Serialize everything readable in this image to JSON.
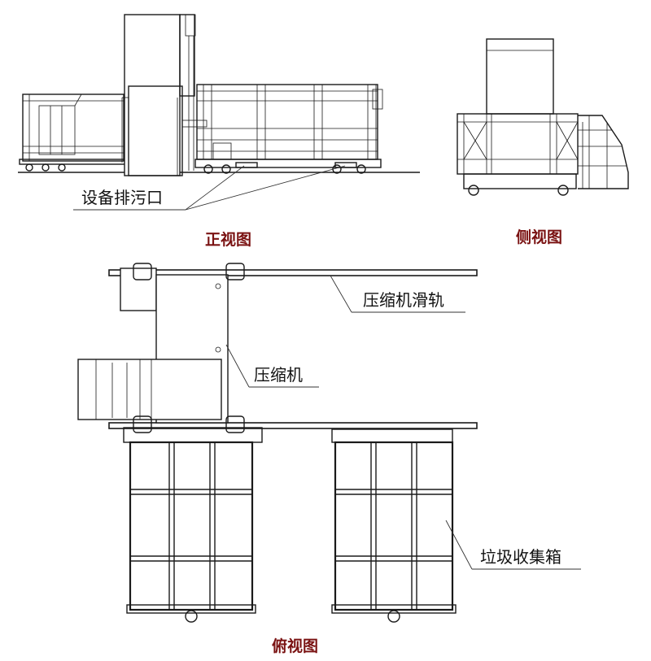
{
  "front_view": {
    "title": "正视图",
    "callout_outlet": "设备排污口"
  },
  "side_view": {
    "title": "侧视图"
  },
  "top_view": {
    "title": "俯视图",
    "callout_rail": "压缩机滑轨",
    "callout_compressor": "压缩机",
    "callout_bin": "垃圾收集箱"
  },
  "colors": {
    "title_color": "#7a1212",
    "line_color": "#1a1a1a"
  }
}
